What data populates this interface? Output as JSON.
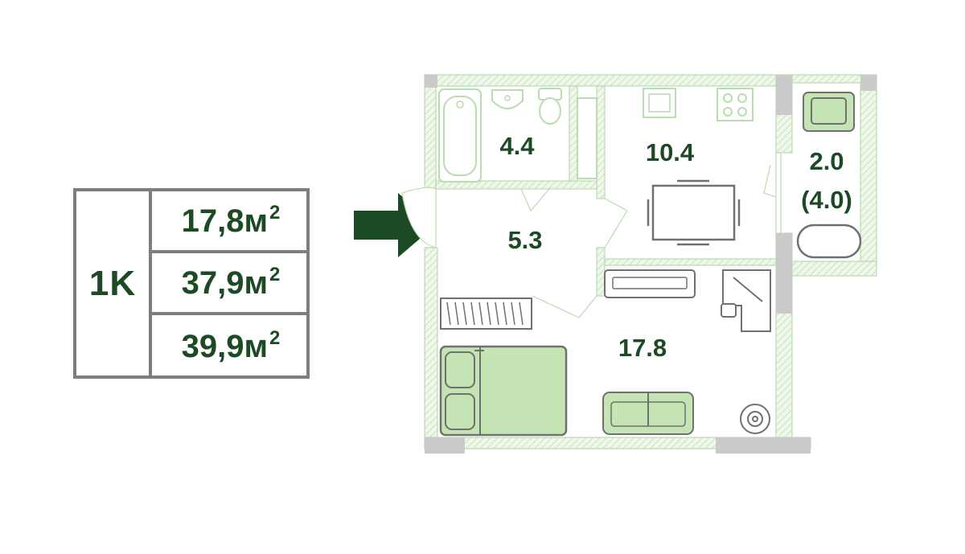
{
  "apartment": {
    "type_label": "1K",
    "areas": [
      {
        "value": "17,8м",
        "sup": "2"
      },
      {
        "value": "37,9м",
        "sup": "2"
      },
      {
        "value": "39,9м",
        "sup": "2"
      }
    ]
  },
  "rooms": {
    "bathroom": "4.4",
    "kitchen": "10.4",
    "hallway": "5.3",
    "living": "17.8",
    "balcony_line1": "2.0",
    "balcony_line2": "(4.0)"
  },
  "colors": {
    "accent": "#1c4a24",
    "wall_fill": "#e8f3e2",
    "wall_line": "#b9dcb0",
    "furniture_fill": "#c4e4b3",
    "furniture_line": "#707070",
    "table_border": "#7b7f7d"
  },
  "icons": [
    "entrance-arrow-icon",
    "bathtub-icon",
    "sink-icon",
    "toilet-icon",
    "stove-icon",
    "dining-table-icon",
    "armchair-icon",
    "bed-icon",
    "sofa-icon",
    "desk-icon",
    "wardrobe-icon",
    "washing-machine-icon"
  ]
}
